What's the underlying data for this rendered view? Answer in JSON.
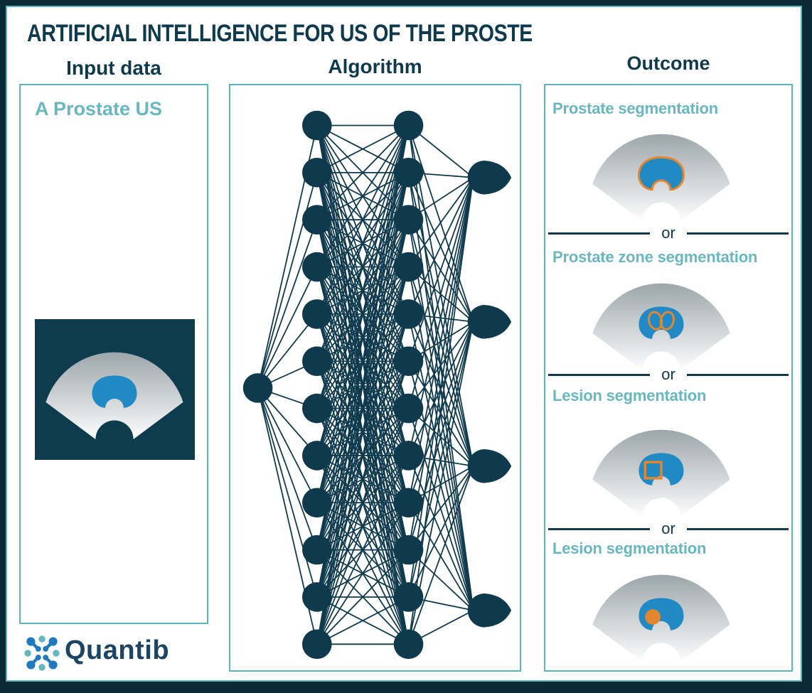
{
  "title": "ARTIFICIAL INTELLIGENCE FOR US OF THE PROSTE",
  "columns": {
    "input_header": "Input data",
    "algorithm_header": "Algorithm",
    "outcome_header": "Outcome"
  },
  "input_panel": {
    "label": "A Prostate US",
    "image": "ultrasound-fan-with-prostate",
    "image_overlay": "none"
  },
  "algorithm": {
    "network": {
      "input_nodes": 1,
      "hidden_layer_1_nodes": 12,
      "hidden_layer_2_nodes": 12,
      "output_nodes": 4
    }
  },
  "outcome_panel": {
    "divider_text": "or",
    "items": [
      {
        "label": "Prostate segmentation",
        "overlay": "prostate-outline"
      },
      {
        "label": "Prostate zone segmentation",
        "overlay": "zone-outlines"
      },
      {
        "label": "Lesion segmentation",
        "overlay": "lesion-box"
      },
      {
        "label": "Lesion segmentation",
        "overlay": "lesion-dot"
      }
    ]
  },
  "logo": {
    "text": "Quantib"
  },
  "colors": {
    "navy": "#0f3a4d",
    "teal_border": "#5fb5be",
    "teal_text": "#68b7c1",
    "blue": "#2189c4",
    "orange": "#e2872f",
    "fan_top": "#9ca6ab",
    "fan_bottom": "#fdfdfd",
    "us_background": "#0d3c4e",
    "logo_blue": "#1e79be",
    "logo_teal": "#66b8c0",
    "logo_wordmark": "#1b4465"
  }
}
